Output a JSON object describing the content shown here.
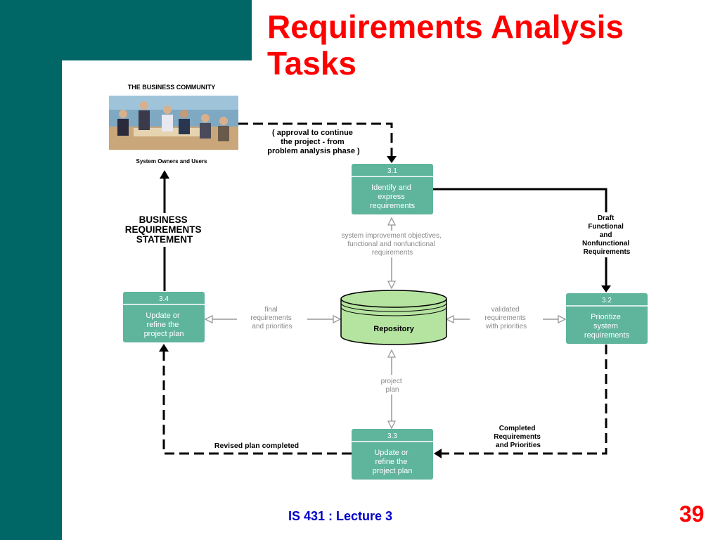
{
  "slide": {
    "title_line1": "Requirements Analysis",
    "title_line2": "Tasks",
    "footer": "IS 431 : Lecture 3",
    "page_number": "39"
  },
  "diagram": {
    "business_community": "THE BUSINESS COMMUNITY",
    "system_owners": "System Owners and Users",
    "approval_note": [
      "( approval to continue",
      "the project - from",
      "problem analysis phase )"
    ],
    "business_statement": [
      "BUSINESS",
      "REQUIREMENTS",
      "STATEMENT"
    ],
    "tasks": [
      {
        "id": "3.1",
        "lines": [
          "Identify and",
          "express",
          "requirements"
        ]
      },
      {
        "id": "3.2",
        "lines": [
          "Prioritize",
          "system",
          "requirements"
        ]
      },
      {
        "id": "3.3",
        "lines": [
          "Update or",
          "refine the",
          "project plan"
        ]
      },
      {
        "id": "3.4",
        "lines": [
          "Update or",
          "refine the",
          "project plan"
        ]
      }
    ],
    "repository": "Repository",
    "flows": {
      "draft": [
        "Draft",
        "Functional",
        "and",
        "Nonfunctional",
        "Requirements"
      ],
      "system_improvement": [
        "system improvement objectives,",
        "functional  and nonfunctional",
        "requirements"
      ],
      "final": [
        "final",
        "requirements",
        "and priorities"
      ],
      "validated": [
        "validated",
        "requirements",
        "with priorities"
      ],
      "project_plan": [
        "project",
        "plan"
      ],
      "completed": [
        "Completed",
        "Requirements",
        "and Priorities"
      ],
      "revised": "Revised plan completed"
    }
  },
  "colors": {
    "teal": "#006666",
    "task_green": "#5fb49c",
    "repository_green": "#b5e3a0",
    "title_red": "#ff0000",
    "footer_blue": "#0000cc"
  }
}
